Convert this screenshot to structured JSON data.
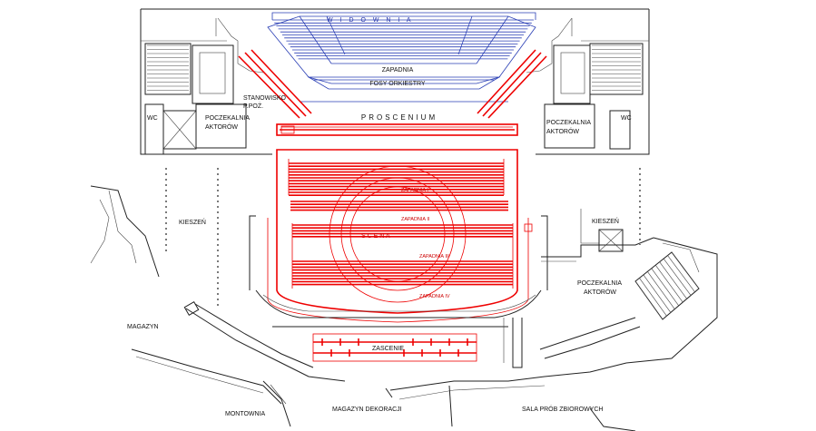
{
  "plan": {
    "labels": {
      "widownia": "W I D O W N I A",
      "zapadnia_fosy": "ZAPADNIA",
      "fosy_orkiestry": "FOSY ORKIESTRY",
      "proscenium": "PROSCENIUM",
      "stanowisko": "STANOWISKO",
      "ppoz": "P.POŻ.",
      "wc_left": "WC",
      "wc_right": "WC",
      "poczekalnia_left": "POCZEKALNIA",
      "aktorow_left": "AKTORÓW",
      "poczekalnia_right": "POCZEKALNIA",
      "aktorow_right": "AKTORÓW",
      "kieszen_left": "KIESZEŃ",
      "kieszen_right": "KIESZEŃ",
      "zapadnia_1": "ZAPADNIA I",
      "zapadnia_2": "ZAPADNIA II",
      "zapadnia_3": "ZAPADNIA III",
      "zapadnia_4": "ZAPADNIA IV",
      "scena": "S C E N A",
      "poczekalnia_lower": "POCZEKALNIA",
      "aktorow_lower": "AKTORÓW",
      "magazyn": "MAGAZYN",
      "zascenie": "ZASCENIE",
      "montownia": "MONTOWNIA",
      "magazyn_dekoracji": "MAGAZYN DEKORACJI",
      "sala_prob": "SALA PRÓB ZBIOROWYCH"
    }
  }
}
